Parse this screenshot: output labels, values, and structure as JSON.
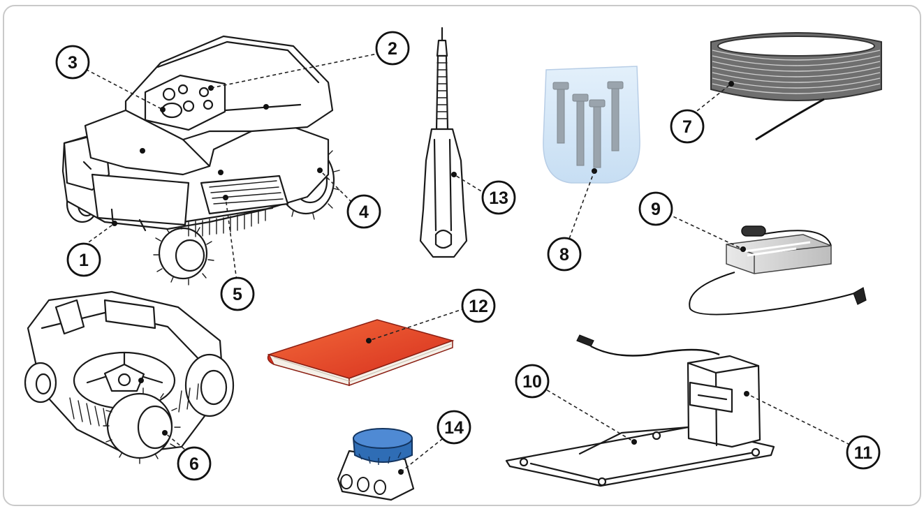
{
  "callouts": [
    {
      "id": "1",
      "label": "1"
    },
    {
      "id": "2",
      "label": "2"
    },
    {
      "id": "3",
      "label": "3"
    },
    {
      "id": "4",
      "label": "4"
    },
    {
      "id": "5",
      "label": "5"
    },
    {
      "id": "6",
      "label": "6"
    },
    {
      "id": "7",
      "label": "7"
    },
    {
      "id": "8",
      "label": "8"
    },
    {
      "id": "9",
      "label": "9"
    },
    {
      "id": "10",
      "label": "10"
    },
    {
      "id": "11",
      "label": "11"
    },
    {
      "id": "12",
      "label": "12"
    },
    {
      "id": "13",
      "label": "13"
    },
    {
      "id": "14",
      "label": "14"
    }
  ],
  "colors": {
    "book_cover": "#e8462a",
    "splice_cap": "#2f6db5",
    "stakes_bag": "#d6e8f8",
    "cable_coil": "#6f6f6f"
  }
}
